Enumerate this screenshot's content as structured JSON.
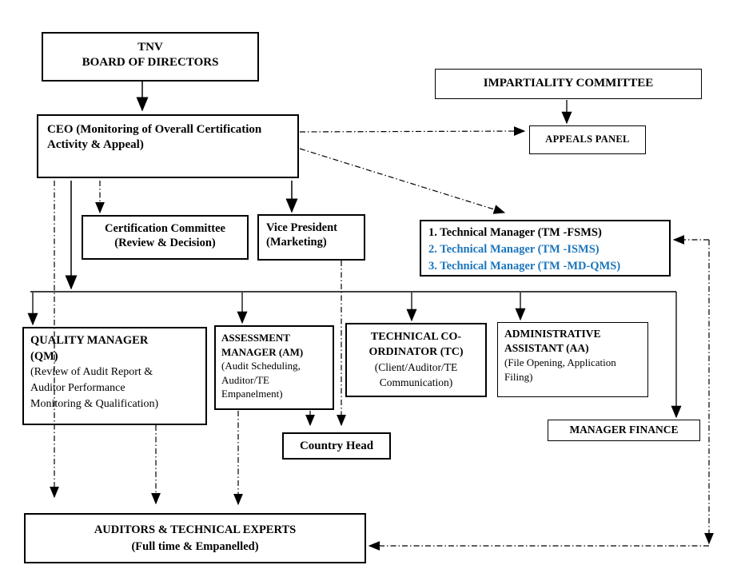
{
  "title": "TNV organization chart",
  "nodes": {
    "board": {
      "lines": [
        "TNV",
        "BOARD OF DIRECTORS"
      ]
    },
    "ceo": {
      "lines": [
        "CEO (Monitoring of Overall Certification",
        "Activity & Appeal)"
      ]
    },
    "impartiality_committee": {
      "label": "IMPARTIALITY COMMITTEE"
    },
    "appeals_panel": {
      "label": "APPEALS PANEL"
    },
    "certification_committee": {
      "lines": [
        "Certification Committee",
        "(Review & Decision)"
      ]
    },
    "vice_president": {
      "lines": [
        "Vice President",
        "(Marketing)"
      ]
    },
    "technical_managers": {
      "lines": [
        "1. Technical Manager (TM -FSMS)",
        "2. Technical Manager (TM -ISMS)",
        "3. Technical Manager (TM -MD-QMS)"
      ]
    },
    "quality_manager": {
      "title_lines": [
        "QUALITY MANAGER",
        "(QM)"
      ],
      "body_lines": [
        "(Review of Audit Report &",
        "Auditor Performance",
        "Monitoring & Qualification)"
      ]
    },
    "assessment_manager": {
      "title_lines": [
        "ASSESSMENT",
        "MANAGER (AM)"
      ],
      "body_lines": [
        "(Audit Scheduling,",
        "Auditor/TE",
        "Empanelment)"
      ]
    },
    "technical_coordinator": {
      "title_lines": [
        "TECHNICAL CO-",
        "ORDINATOR (TC)"
      ],
      "body_lines": [
        "(Client/Auditor/TE",
        "Communication)"
      ]
    },
    "administrative_assistant": {
      "title_lines": [
        "ADMINISTRATIVE",
        "ASSISTANT (AA)"
      ],
      "body_lines": [
        "(File Opening, Application",
        "Filing)"
      ]
    },
    "manager_finance": {
      "label": "MANAGER FINANCE"
    },
    "country_head": {
      "label": "Country Head"
    },
    "auditors": {
      "lines": [
        "AUDITORS & TECHNICAL EXPERTS",
        "(Full time & Empanelled)"
      ]
    }
  },
  "colors": {
    "line": "#000000",
    "technical_manager_highlight": "#1B75BC",
    "background": "#FFFFFF"
  }
}
